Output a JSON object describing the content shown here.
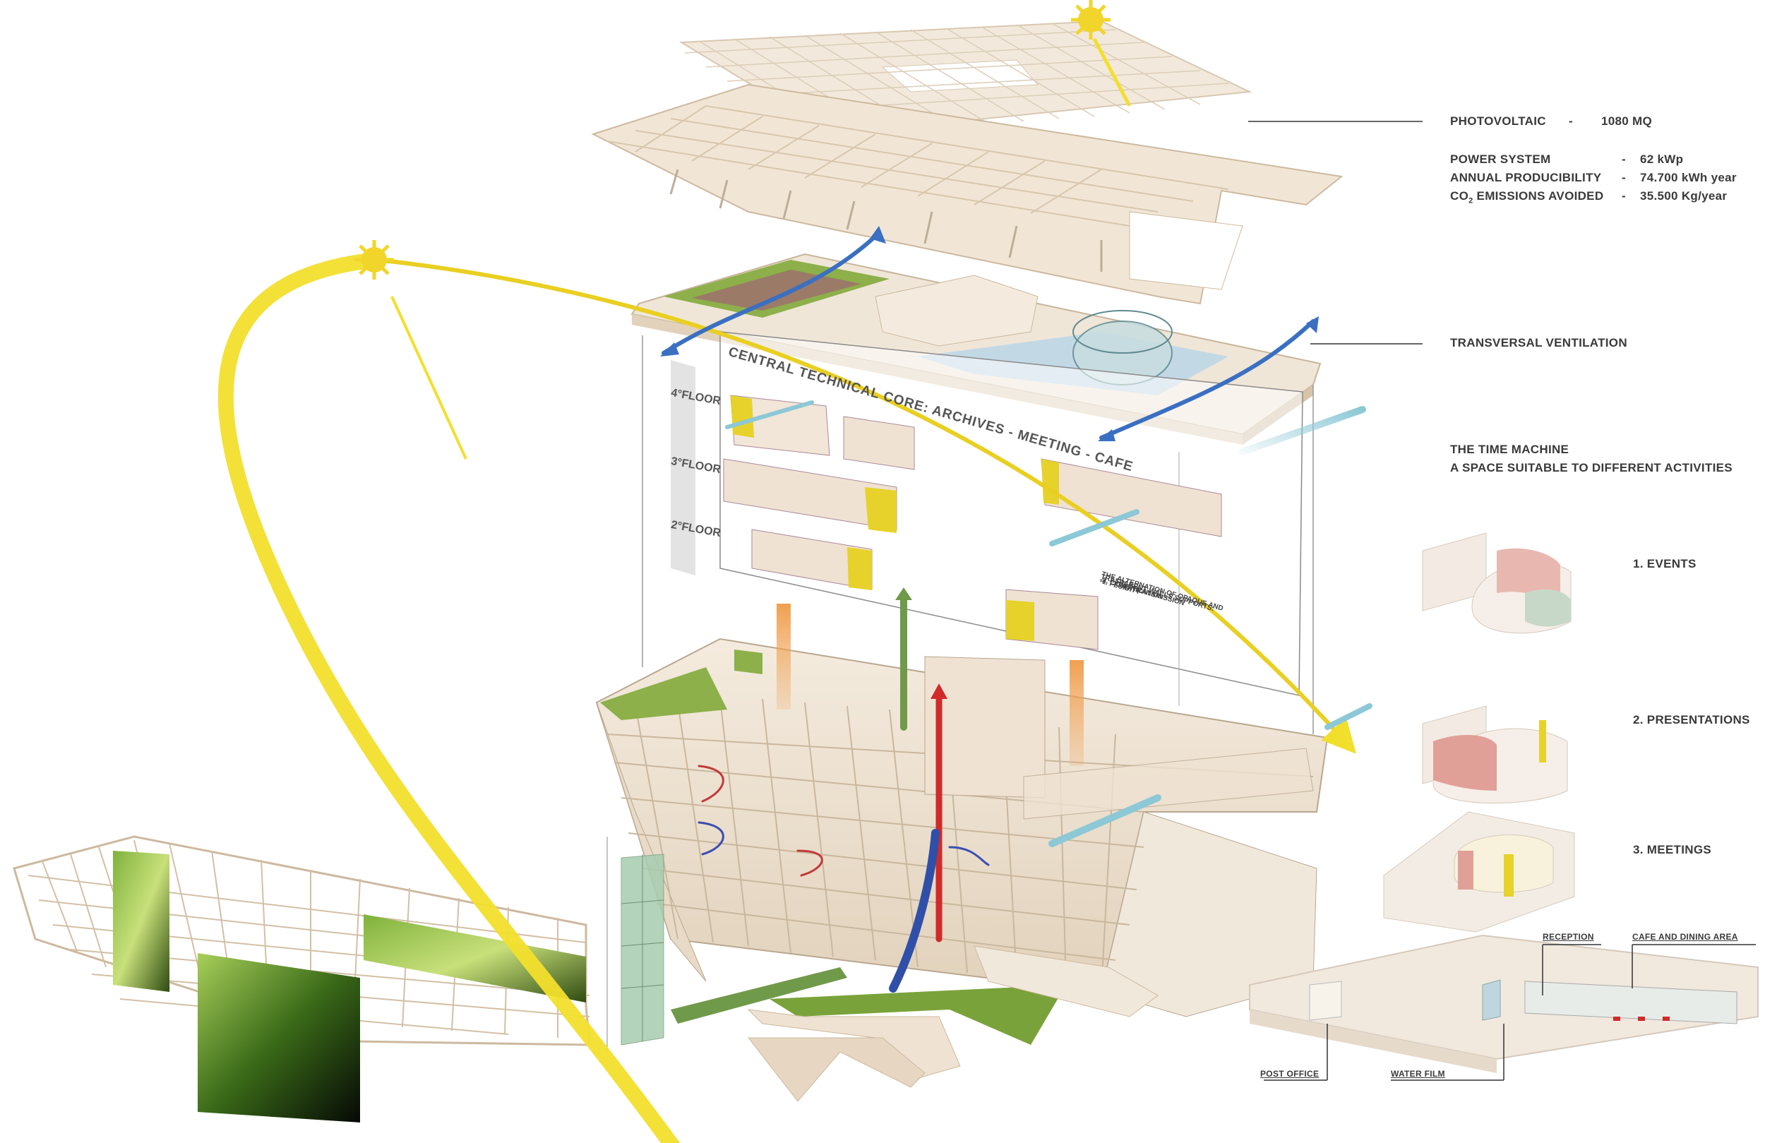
{
  "specs": {
    "photovoltaic": {
      "label": "PHOTOVOLTAIC",
      "dash": "-",
      "value": "1080 MQ"
    },
    "rows": [
      {
        "key": "POWER SYSTEM",
        "dash": "-",
        "value": "62 kWp"
      },
      {
        "key": "ANNUAL PRODUCIBILITY",
        "dash": "-",
        "value": "74.700 kWh year"
      },
      {
        "key_main": "CO",
        "key_sub": "2",
        "key_rest": " EMISSIONS AVOIDED",
        "dash": "-",
        "value": "35.500 Kg/year"
      }
    ]
  },
  "ventilation": "TRANSVERSAL VENTILATION",
  "time_machine": {
    "line1": "THE TIME MACHINE",
    "line2": "A SPACE SUITABLE TO DIFFERENT ACTIVITIES"
  },
  "activities": [
    {
      "label": "1. EVENTS"
    },
    {
      "label": "2. PRESENTATIONS"
    },
    {
      "label": "3. MEETINGS"
    }
  ],
  "core_title": "CENTRAL TECHNICAL CORE: ARCHIVES  -  MEETING  -  CAFE",
  "floors": [
    "4°FLOOR",
    "3°FLOOR",
    "2°FLOOR"
  ],
  "core_note": {
    "line1": "THE ALTERNATION OF OPAQUE AND",
    "line2": "TRASPARENT WALLS SUPPORTS:",
    "items": [
      "-1.    FLUIDITY",
      "-2.    LIGHT TRANSMISSION",
      "-3.    COMUNICATION"
    ]
  },
  "ground": {
    "reception": "RECEPTION",
    "cafe": "CAFE AND DINING AREA",
    "post_office": "POST OFFICE",
    "water_film": "WATER FILM"
  },
  "colors": {
    "sun_yellow": "#f2df2c",
    "cream": "#efe3d3",
    "green": "#7aa23a",
    "blue_arrow": "#3a6fc2",
    "light_blue_arrow": "#8cc8d6",
    "orange_arrow": "#f0a050",
    "red_arrow": "#d02a2a",
    "green_arrow": "#6f9a4a",
    "yellow_panel": "#e6d22a"
  }
}
